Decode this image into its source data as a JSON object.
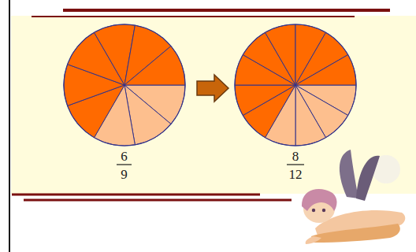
{
  "diagram": {
    "labels": [
      "6",
      "9",
      "8",
      "12"
    ]
  }
}
